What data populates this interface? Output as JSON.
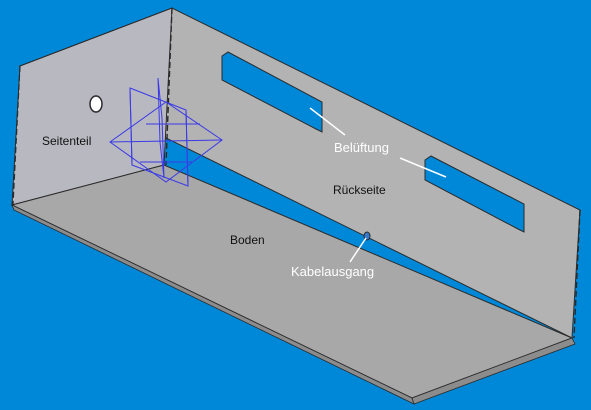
{
  "colors": {
    "background": "#0088d8",
    "sheet_metal": "#a8a8a8",
    "sheet_edge": "#8c8c8c",
    "back_wall": "#b3b3b3",
    "side_wall": "#b8b8c0",
    "outline": "#2a2a2a",
    "coordinate_planes": "#3a3ae8",
    "callout_line": "#ffffff"
  },
  "labels": {
    "side_panel": "Seitenteil",
    "ventilation": "Belüftung",
    "back_side": "Rückseite",
    "bottom": "Boden",
    "cable_outlet": "Kabelausgang"
  }
}
